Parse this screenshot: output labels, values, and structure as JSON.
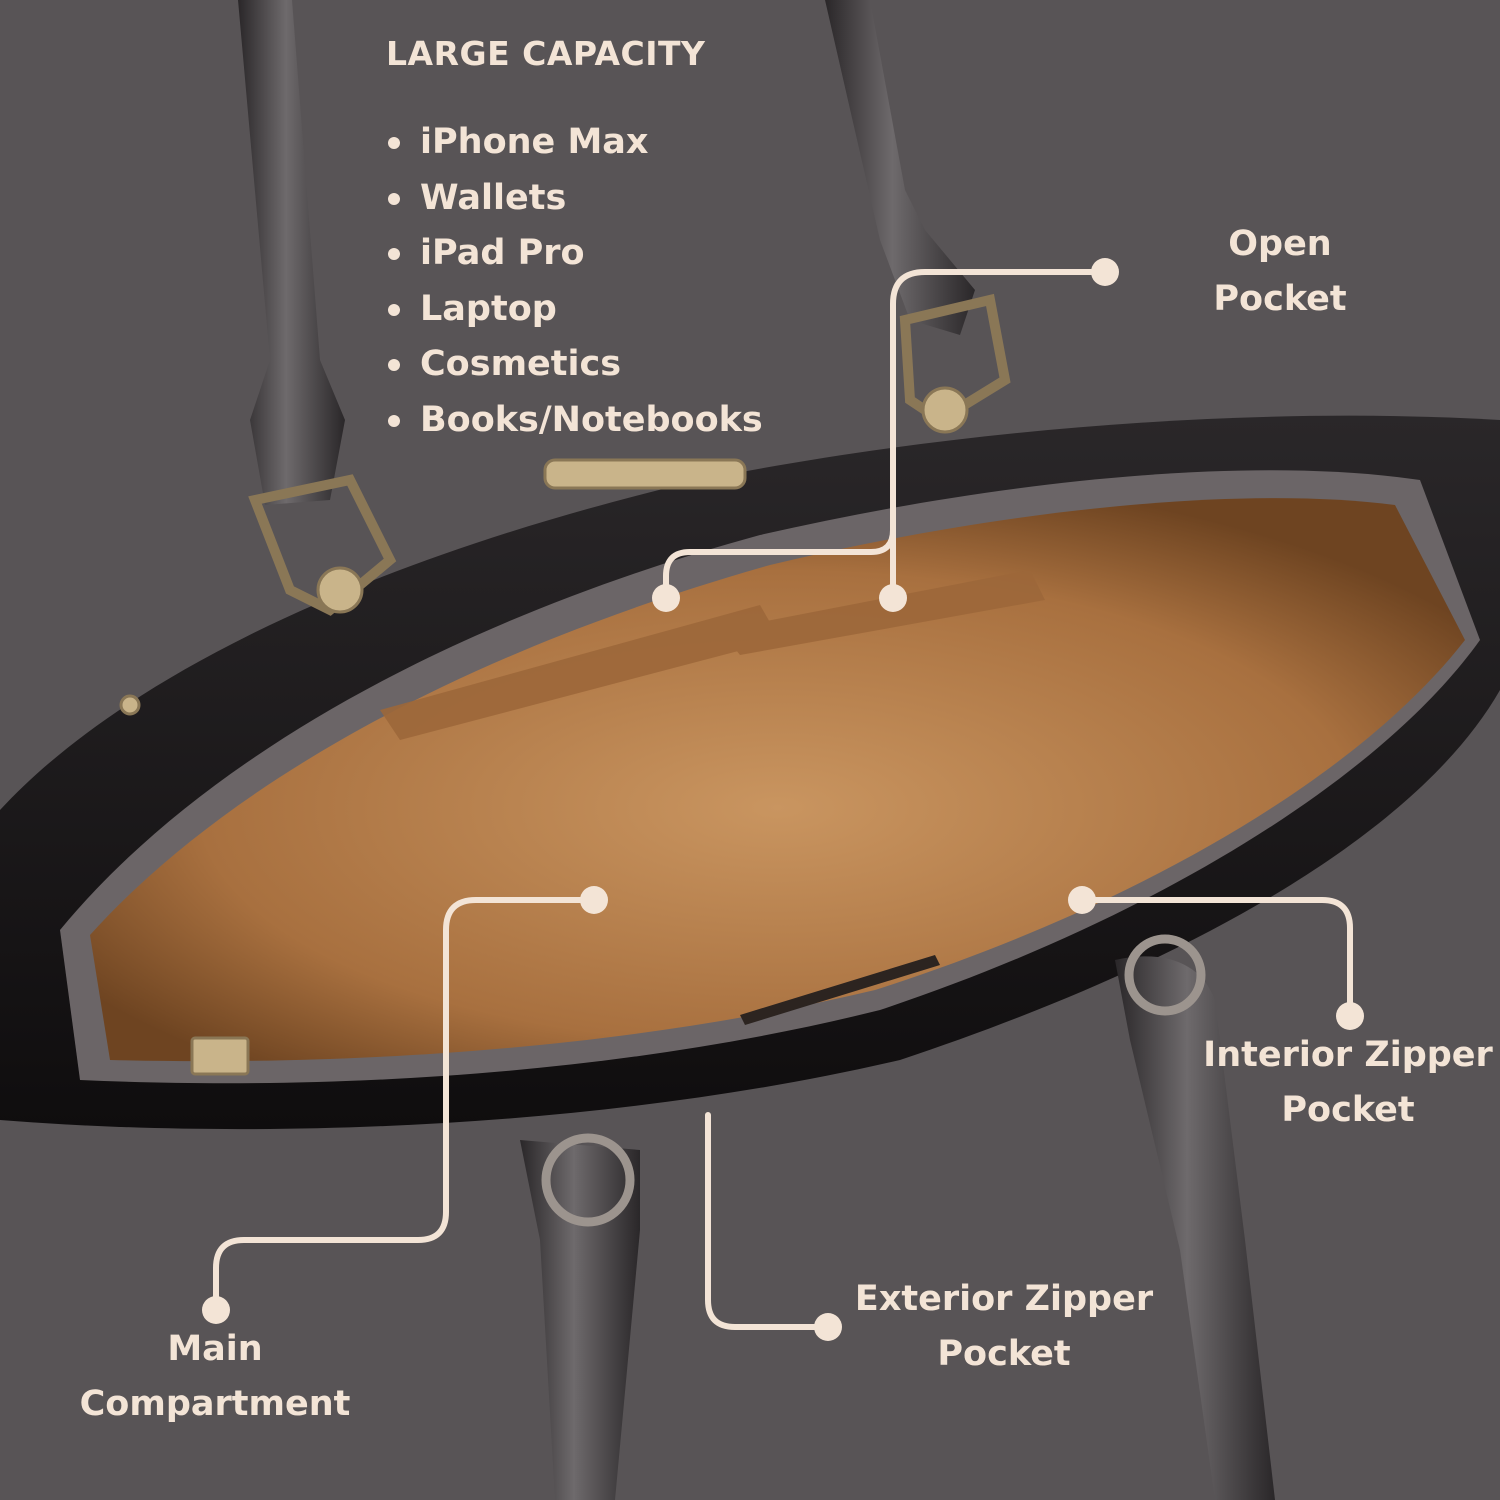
{
  "capacity": {
    "heading": "LARGE CAPACITY",
    "items": [
      "iPhone Max",
      "Wallets",
      "iPad Pro",
      "Laptop",
      "Cosmetics",
      "Books/Notebooks"
    ]
  },
  "callouts": {
    "open_pocket": {
      "line1": "Open",
      "line2": "Pocket"
    },
    "interior_zipper_pocket": {
      "line1": "Interior Zipper",
      "line2": "Pocket"
    },
    "exterior_zipper_pocket": {
      "line1": "Exterior Zipper",
      "line2": "Pocket"
    },
    "main_compartment": {
      "line1": "Main",
      "line2": "Compartment"
    }
  },
  "colors": {
    "background": "#585456",
    "text": "#f3e4d6",
    "bag_leather": "#151315",
    "lining": "#b8804c",
    "hardware": "#c9b48a"
  }
}
